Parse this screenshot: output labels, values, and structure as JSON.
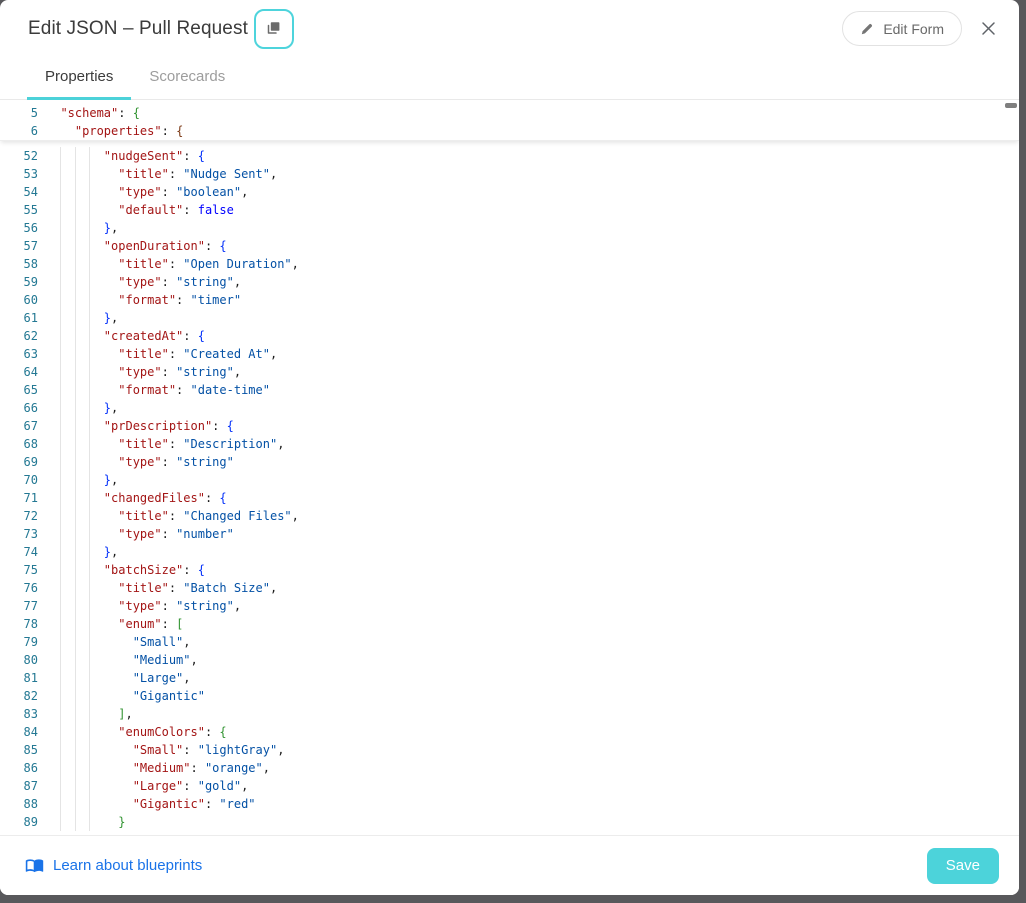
{
  "header": {
    "title": "Edit JSON – Pull Request",
    "edit_form_label": "Edit Form"
  },
  "tabs": [
    {
      "label": "Properties",
      "active": true
    },
    {
      "label": "Scorecards",
      "active": false
    }
  ],
  "editor": {
    "sticky_lines": [
      {
        "n": "5",
        "seg": [
          [
            "  ",
            ""
          ],
          [
            "\"schema\"",
            "key"
          ],
          [
            ": ",
            "pun"
          ],
          [
            "{",
            "b2"
          ]
        ]
      },
      {
        "n": "6",
        "seg": [
          [
            "    ",
            ""
          ],
          [
            "\"properties\"",
            "key"
          ],
          [
            ": ",
            "pun"
          ],
          [
            "{",
            "b3"
          ]
        ]
      }
    ],
    "lines": [
      {
        "n": "52",
        "seg": [
          [
            "        ",
            ""
          ],
          [
            "\"nudgeSent\"",
            "key"
          ],
          [
            ": ",
            "pun"
          ],
          [
            "{",
            "b1"
          ]
        ]
      },
      {
        "n": "53",
        "seg": [
          [
            "          ",
            ""
          ],
          [
            "\"title\"",
            "key"
          ],
          [
            ": ",
            "pun"
          ],
          [
            "\"Nudge Sent\"",
            "str"
          ],
          [
            ",",
            "pun"
          ]
        ]
      },
      {
        "n": "54",
        "seg": [
          [
            "          ",
            ""
          ],
          [
            "\"type\"",
            "key"
          ],
          [
            ": ",
            "pun"
          ],
          [
            "\"boolean\"",
            "str"
          ],
          [
            ",",
            "pun"
          ]
        ]
      },
      {
        "n": "55",
        "seg": [
          [
            "          ",
            ""
          ],
          [
            "\"default\"",
            "key"
          ],
          [
            ": ",
            "pun"
          ],
          [
            "false",
            "kw"
          ]
        ]
      },
      {
        "n": "56",
        "seg": [
          [
            "        ",
            ""
          ],
          [
            "}",
            "b1"
          ],
          [
            ",",
            "pun"
          ]
        ]
      },
      {
        "n": "57",
        "seg": [
          [
            "        ",
            ""
          ],
          [
            "\"openDuration\"",
            "key"
          ],
          [
            ": ",
            "pun"
          ],
          [
            "{",
            "b1"
          ]
        ]
      },
      {
        "n": "58",
        "seg": [
          [
            "          ",
            ""
          ],
          [
            "\"title\"",
            "key"
          ],
          [
            ": ",
            "pun"
          ],
          [
            "\"Open Duration\"",
            "str"
          ],
          [
            ",",
            "pun"
          ]
        ]
      },
      {
        "n": "59",
        "seg": [
          [
            "          ",
            ""
          ],
          [
            "\"type\"",
            "key"
          ],
          [
            ": ",
            "pun"
          ],
          [
            "\"string\"",
            "str"
          ],
          [
            ",",
            "pun"
          ]
        ]
      },
      {
        "n": "60",
        "seg": [
          [
            "          ",
            ""
          ],
          [
            "\"format\"",
            "key"
          ],
          [
            ": ",
            "pun"
          ],
          [
            "\"timer\"",
            "str"
          ]
        ]
      },
      {
        "n": "61",
        "seg": [
          [
            "        ",
            ""
          ],
          [
            "}",
            "b1"
          ],
          [
            ",",
            "pun"
          ]
        ]
      },
      {
        "n": "62",
        "seg": [
          [
            "        ",
            ""
          ],
          [
            "\"createdAt\"",
            "key"
          ],
          [
            ": ",
            "pun"
          ],
          [
            "{",
            "b1"
          ]
        ]
      },
      {
        "n": "63",
        "seg": [
          [
            "          ",
            ""
          ],
          [
            "\"title\"",
            "key"
          ],
          [
            ": ",
            "pun"
          ],
          [
            "\"Created At\"",
            "str"
          ],
          [
            ",",
            "pun"
          ]
        ]
      },
      {
        "n": "64",
        "seg": [
          [
            "          ",
            ""
          ],
          [
            "\"type\"",
            "key"
          ],
          [
            ": ",
            "pun"
          ],
          [
            "\"string\"",
            "str"
          ],
          [
            ",",
            "pun"
          ]
        ]
      },
      {
        "n": "65",
        "seg": [
          [
            "          ",
            ""
          ],
          [
            "\"format\"",
            "key"
          ],
          [
            ": ",
            "pun"
          ],
          [
            "\"date-time\"",
            "str"
          ]
        ]
      },
      {
        "n": "66",
        "seg": [
          [
            "        ",
            ""
          ],
          [
            "}",
            "b1"
          ],
          [
            ",",
            "pun"
          ]
        ]
      },
      {
        "n": "67",
        "seg": [
          [
            "        ",
            ""
          ],
          [
            "\"prDescription\"",
            "key"
          ],
          [
            ": ",
            "pun"
          ],
          [
            "{",
            "b1"
          ]
        ]
      },
      {
        "n": "68",
        "seg": [
          [
            "          ",
            ""
          ],
          [
            "\"title\"",
            "key"
          ],
          [
            ": ",
            "pun"
          ],
          [
            "\"Description\"",
            "str"
          ],
          [
            ",",
            "pun"
          ]
        ]
      },
      {
        "n": "69",
        "seg": [
          [
            "          ",
            ""
          ],
          [
            "\"type\"",
            "key"
          ],
          [
            ": ",
            "pun"
          ],
          [
            "\"string\"",
            "str"
          ]
        ]
      },
      {
        "n": "70",
        "seg": [
          [
            "        ",
            ""
          ],
          [
            "}",
            "b1"
          ],
          [
            ",",
            "pun"
          ]
        ]
      },
      {
        "n": "71",
        "seg": [
          [
            "        ",
            ""
          ],
          [
            "\"changedFiles\"",
            "key"
          ],
          [
            ": ",
            "pun"
          ],
          [
            "{",
            "b1"
          ]
        ]
      },
      {
        "n": "72",
        "seg": [
          [
            "          ",
            ""
          ],
          [
            "\"title\"",
            "key"
          ],
          [
            ": ",
            "pun"
          ],
          [
            "\"Changed Files\"",
            "str"
          ],
          [
            ",",
            "pun"
          ]
        ]
      },
      {
        "n": "73",
        "seg": [
          [
            "          ",
            ""
          ],
          [
            "\"type\"",
            "key"
          ],
          [
            ": ",
            "pun"
          ],
          [
            "\"number\"",
            "str"
          ]
        ]
      },
      {
        "n": "74",
        "seg": [
          [
            "        ",
            ""
          ],
          [
            "}",
            "b1"
          ],
          [
            ",",
            "pun"
          ]
        ]
      },
      {
        "n": "75",
        "seg": [
          [
            "        ",
            ""
          ],
          [
            "\"batchSize\"",
            "key"
          ],
          [
            ": ",
            "pun"
          ],
          [
            "{",
            "b1"
          ]
        ]
      },
      {
        "n": "76",
        "seg": [
          [
            "          ",
            ""
          ],
          [
            "\"title\"",
            "key"
          ],
          [
            ": ",
            "pun"
          ],
          [
            "\"Batch Size\"",
            "str"
          ],
          [
            ",",
            "pun"
          ]
        ]
      },
      {
        "n": "77",
        "seg": [
          [
            "          ",
            ""
          ],
          [
            "\"type\"",
            "key"
          ],
          [
            ": ",
            "pun"
          ],
          [
            "\"string\"",
            "str"
          ],
          [
            ",",
            "pun"
          ]
        ]
      },
      {
        "n": "78",
        "seg": [
          [
            "          ",
            ""
          ],
          [
            "\"enum\"",
            "key"
          ],
          [
            ": ",
            "pun"
          ],
          [
            "[",
            "b2"
          ]
        ]
      },
      {
        "n": "79",
        "seg": [
          [
            "            ",
            ""
          ],
          [
            "\"Small\"",
            "str"
          ],
          [
            ",",
            "pun"
          ]
        ]
      },
      {
        "n": "80",
        "seg": [
          [
            "            ",
            ""
          ],
          [
            "\"Medium\"",
            "str"
          ],
          [
            ",",
            "pun"
          ]
        ]
      },
      {
        "n": "81",
        "seg": [
          [
            "            ",
            ""
          ],
          [
            "\"Large\"",
            "str"
          ],
          [
            ",",
            "pun"
          ]
        ]
      },
      {
        "n": "82",
        "seg": [
          [
            "            ",
            ""
          ],
          [
            "\"Gigantic\"",
            "str"
          ]
        ]
      },
      {
        "n": "83",
        "seg": [
          [
            "          ",
            ""
          ],
          [
            "]",
            "b2"
          ],
          [
            ",",
            "pun"
          ]
        ]
      },
      {
        "n": "84",
        "seg": [
          [
            "          ",
            ""
          ],
          [
            "\"enumColors\"",
            "key"
          ],
          [
            ": ",
            "pun"
          ],
          [
            "{",
            "b2"
          ]
        ]
      },
      {
        "n": "85",
        "seg": [
          [
            "            ",
            ""
          ],
          [
            "\"Small\"",
            "key"
          ],
          [
            ": ",
            "pun"
          ],
          [
            "\"lightGray\"",
            "str"
          ],
          [
            ",",
            "pun"
          ]
        ]
      },
      {
        "n": "86",
        "seg": [
          [
            "            ",
            ""
          ],
          [
            "\"Medium\"",
            "key"
          ],
          [
            ": ",
            "pun"
          ],
          [
            "\"orange\"",
            "str"
          ],
          [
            ",",
            "pun"
          ]
        ]
      },
      {
        "n": "87",
        "seg": [
          [
            "            ",
            ""
          ],
          [
            "\"Large\"",
            "key"
          ],
          [
            ": ",
            "pun"
          ],
          [
            "\"gold\"",
            "str"
          ],
          [
            ",",
            "pun"
          ]
        ]
      },
      {
        "n": "88",
        "seg": [
          [
            "            ",
            ""
          ],
          [
            "\"Gigantic\"",
            "key"
          ],
          [
            ": ",
            "pun"
          ],
          [
            "\"red\"",
            "str"
          ]
        ]
      },
      {
        "n": "89",
        "seg": [
          [
            "          ",
            ""
          ],
          [
            "}",
            "b2"
          ]
        ]
      }
    ]
  },
  "footer": {
    "link_label": "Learn about blueprints",
    "save_label": "Save"
  },
  "icons": {
    "copy": "copy-icon",
    "pencil": "pencil-icon",
    "close": "close-icon",
    "book": "book-icon"
  },
  "colors": {
    "accent_teal": "#4CD2D9",
    "save_button": "#4CD3DA",
    "link_blue": "#1A73E8",
    "line_number": "#237893",
    "json_key": "#A31515",
    "json_string": "#0451A5",
    "json_keyword": "#0000FF",
    "bracket_blue": "#0431FA",
    "bracket_green": "#319331",
    "bracket_brown": "#7B3814",
    "backdrop": "#58585B"
  }
}
